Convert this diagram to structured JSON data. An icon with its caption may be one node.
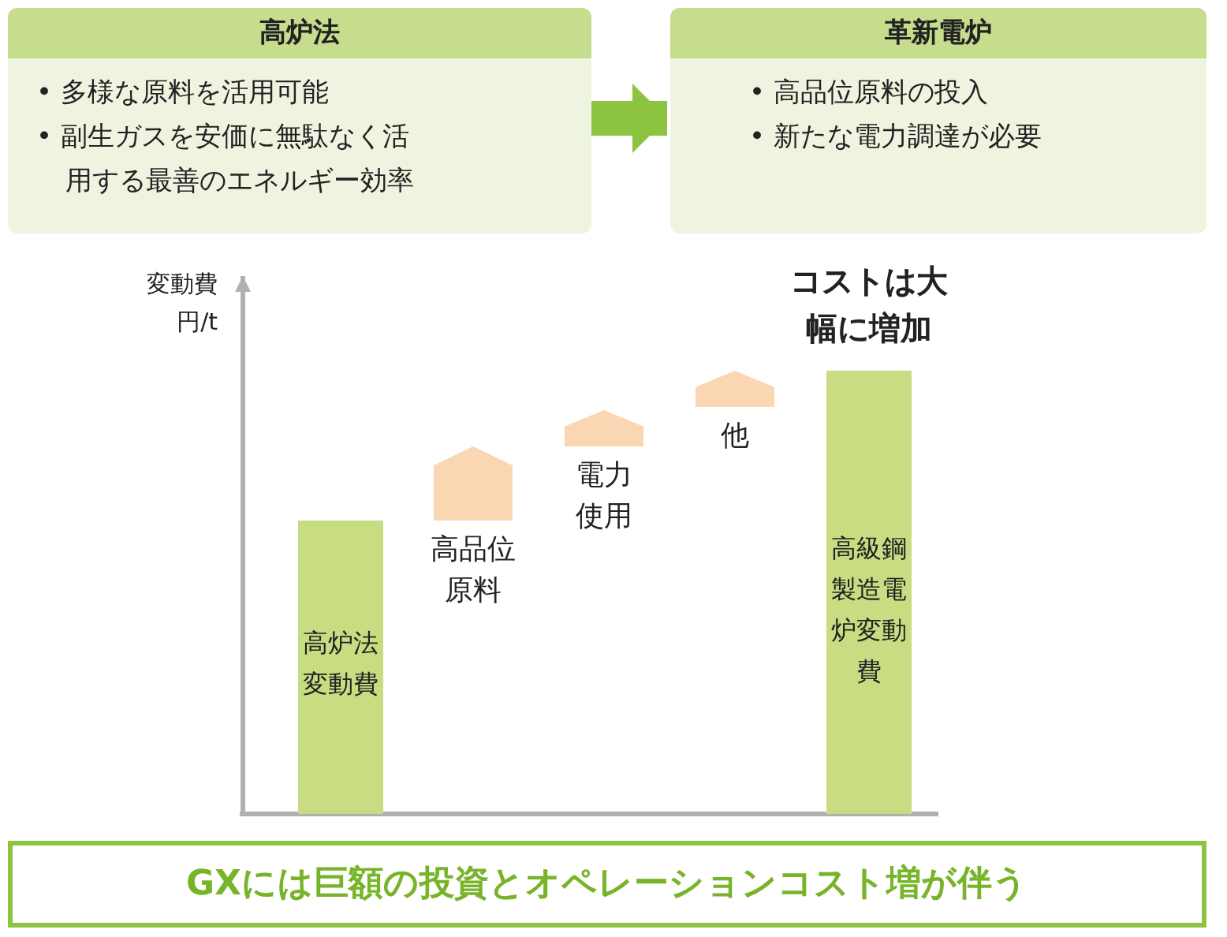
{
  "diagram": {
    "nodes": [
      {
        "text": [
          "高炉法",
          "• 多様な原料を活用可能",
          "• 副生ガスを安価に無駄なく活用する最善のエネルギー効率"
        ]
      },
      {
        "text": [
          "革新電炉",
          "• 高品位原料の投入",
          "• 新たな電力調達が必要"
        ]
      },
      {
        "text": [
          "高炉法変動費"
        ]
      },
      {
        "text": [],
        "shape": "pentagon",
        "beside": [
          "高品位原料"
        ]
      },
      {
        "text": [],
        "shape": "pentagon",
        "beside": [
          "電力使用"
        ]
      },
      {
        "text": [],
        "shape": "pentagon",
        "beside": [
          "他"
        ]
      },
      {
        "text": [
          "高級鋼製造電炉変動費"
        ],
        "beside": [
          "コストは大幅に増加"
        ]
      },
      {
        "text": [
          "GXには巨額の投資とオペレーションコスト増が伴う"
        ]
      }
    ],
    "edges": [
      {
        "from": 0,
        "to": 1,
        "arrow": "to"
      }
    ],
    "labels": [
      "変動費円/t"
    ]
  }
}
